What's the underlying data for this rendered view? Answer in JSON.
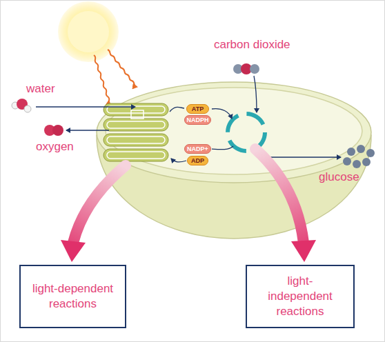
{
  "diagram": {
    "nodes": [
      {
        "text": [
          "ATP"
        ]
      },
      {
        "text": [
          "NADPH"
        ]
      },
      {
        "text": [
          "NADP+"
        ]
      },
      {
        "text": [
          "ADP"
        ]
      },
      {
        "text": [
          "light-dependent reactions"
        ]
      },
      {
        "text": [
          "light-independent reactions"
        ]
      }
    ],
    "labels": [
      "carbon dioxide",
      "water",
      "oxygen",
      "glucose"
    ]
  }
}
